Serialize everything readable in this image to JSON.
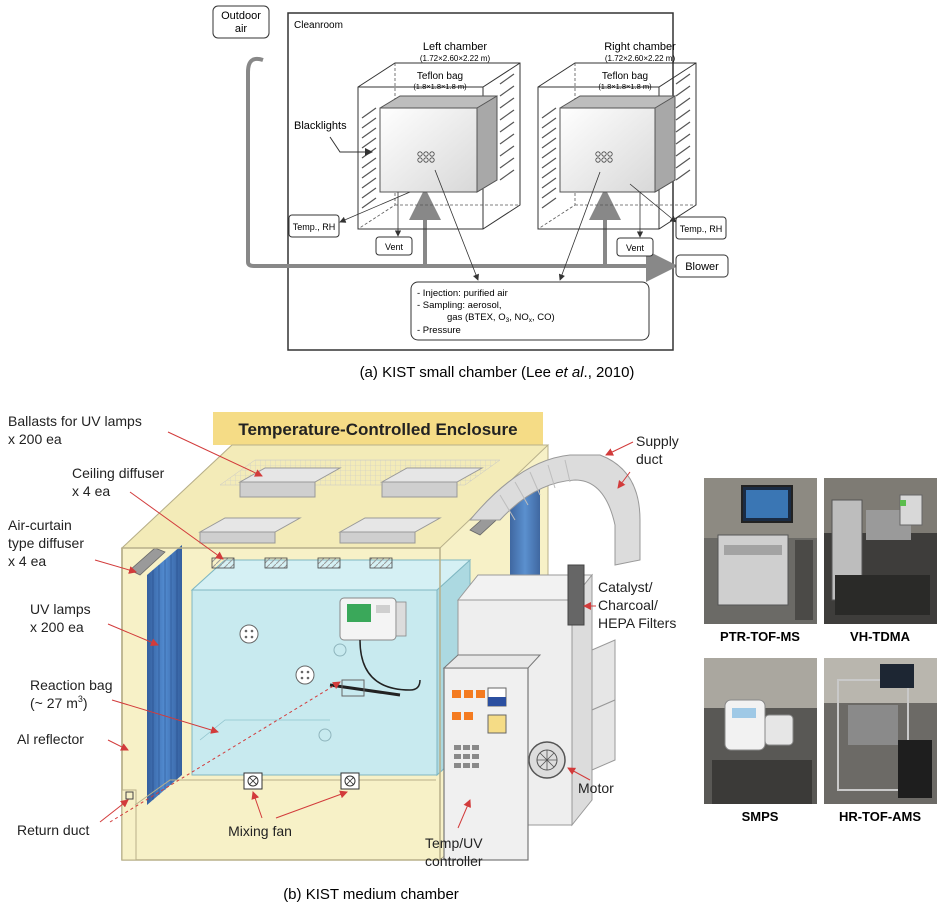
{
  "panel_a": {
    "outdoor_air": [
      "Outdoor",
      "air"
    ],
    "cleanroom": "Cleanroom",
    "left_chamber": {
      "title": "Left chamber",
      "dims": "(1.72×2.60×2.22 m)"
    },
    "right_chamber": {
      "title": "Right chamber",
      "dims": "(1.72×2.60×2.22 m)"
    },
    "teflon_bag": "Teflon bag",
    "teflon_dims": "(1.8×1.8×1.8 m)",
    "blacklights": "Blacklights",
    "temp_rh": "Temp., RH",
    "vent": "Vent",
    "blower": "Blower",
    "info_lines": [
      "- Injection: purified air",
      "- Sampling: aerosol,",
      "gas (BTEX, O",
      "3",
      ", NO",
      "x",
      ", CO)",
      "- Pressure"
    ],
    "caption_prefix": "(a) KIST small chamber (Lee ",
    "caption_italic": "et al",
    "caption_suffix": "., 2010)"
  },
  "panel_b": {
    "enclosure_title": "Temperature-Controlled Enclosure",
    "ballasts": [
      "Ballasts for UV lamps",
      "x 200 ea"
    ],
    "ceiling_diffuser": [
      "Ceiling diffuser",
      "x 4 ea"
    ],
    "air_curtain": [
      "Air-curtain",
      "type diffuser",
      "x 4 ea"
    ],
    "uv_lamps": [
      "UV lamps",
      "x 200 ea"
    ],
    "reaction_bag": [
      "Reaction bag",
      "(~ 27 m",
      "3",
      ")"
    ],
    "al_reflector": "Al reflector",
    "return_duct": "Return duct",
    "mixing_fan": "Mixing fan",
    "temp_uv_controller": [
      "Temp/UV",
      "controller"
    ],
    "supply_duct": [
      "Supply",
      "duct"
    ],
    "filters": [
      "Catalyst/",
      "Charcoal/",
      "HEPA Filters"
    ],
    "motor": "Motor",
    "caption": "(b) KIST medium chamber",
    "photos": [
      "PTR-TOF-MS",
      "VH-TDMA",
      "SMPS",
      "HR-TOF-AMS"
    ]
  },
  "colors": {
    "enclosure_fill": "#f7f1c7",
    "title_bar": "#f5dc86",
    "bag_fill": "#bfe4ea",
    "uv_blue": "#2c67b8",
    "red_arrow": "#d23b3b",
    "duct_grey": "#dcdcdc"
  }
}
